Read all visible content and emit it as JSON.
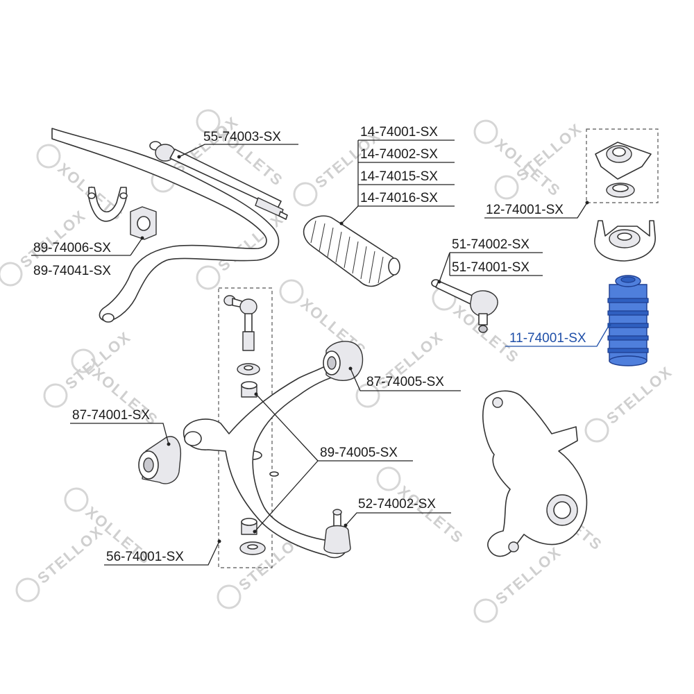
{
  "watermark": {
    "brand": "STELLOX",
    "brand_mirrored": "XOLLETS"
  },
  "colors": {
    "highlight": "#1f4fa8",
    "boot": "#4f7fdc",
    "line": "#222222"
  },
  "parts": {
    "tie_rod_axial": "55-74003-SX",
    "boot_1": "14-74001-SX",
    "boot_2": "14-74002-SX",
    "boot_3": "14-74015-SX",
    "boot_4": "14-74016-SX",
    "strut_mount": "12-74001-SX",
    "tie_rod_end_1": "51-74002-SX",
    "tie_rod_end_2": "51-74001-SX",
    "strut_boot": "11-74001-SX",
    "stab_bush_1": "89-74006-SX",
    "stab_bush_2": "89-74041-SX",
    "arm_bush_rear": "87-74005-SX",
    "arm_bush_front": "87-74001-SX",
    "link_bush": "89-74005-SX",
    "ball_joint": "52-74002-SX",
    "stab_link": "56-74001-SX"
  }
}
